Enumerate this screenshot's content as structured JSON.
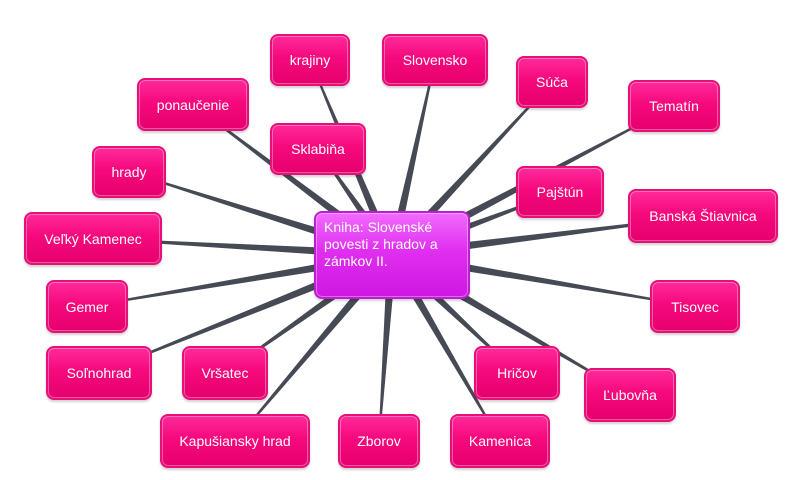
{
  "center": {
    "id": "center",
    "label": "Kniha:  Slovenské povesti z hradov a zámkov II."
  },
  "nodes": [
    {
      "id": "krajiny",
      "label": "krajiny"
    },
    {
      "id": "slovensko",
      "label": "Slovensko"
    },
    {
      "id": "suca",
      "label": "Súča"
    },
    {
      "id": "tematin",
      "label": "Tematín"
    },
    {
      "id": "ponaucenie",
      "label": "ponaučenie"
    },
    {
      "id": "sklabina",
      "label": "Sklabiňa"
    },
    {
      "id": "hrady",
      "label": "hrady"
    },
    {
      "id": "pajstun",
      "label": "Pajštún"
    },
    {
      "id": "banska",
      "label": "Banská Štiavnica"
    },
    {
      "id": "velky",
      "label": "Veľký Kamenec"
    },
    {
      "id": "gemer",
      "label": "Gemer"
    },
    {
      "id": "tisovec",
      "label": "Tisovec"
    },
    {
      "id": "solnohrad",
      "label": "Soľnohrad"
    },
    {
      "id": "vrsatec",
      "label": "Vršatec"
    },
    {
      "id": "hricov",
      "label": "Hričov"
    },
    {
      "id": "lubovna",
      "label": "Ľubovňa"
    },
    {
      "id": "kapusiansky",
      "label": "Kapušiansky hrad"
    },
    {
      "id": "zborov",
      "label": "Zborov"
    },
    {
      "id": "kamenica",
      "label": "Kamenica"
    }
  ],
  "colors": {
    "node_fill": "#f6097d",
    "center_fill": "#e02ff0",
    "edge": "#454a54"
  }
}
